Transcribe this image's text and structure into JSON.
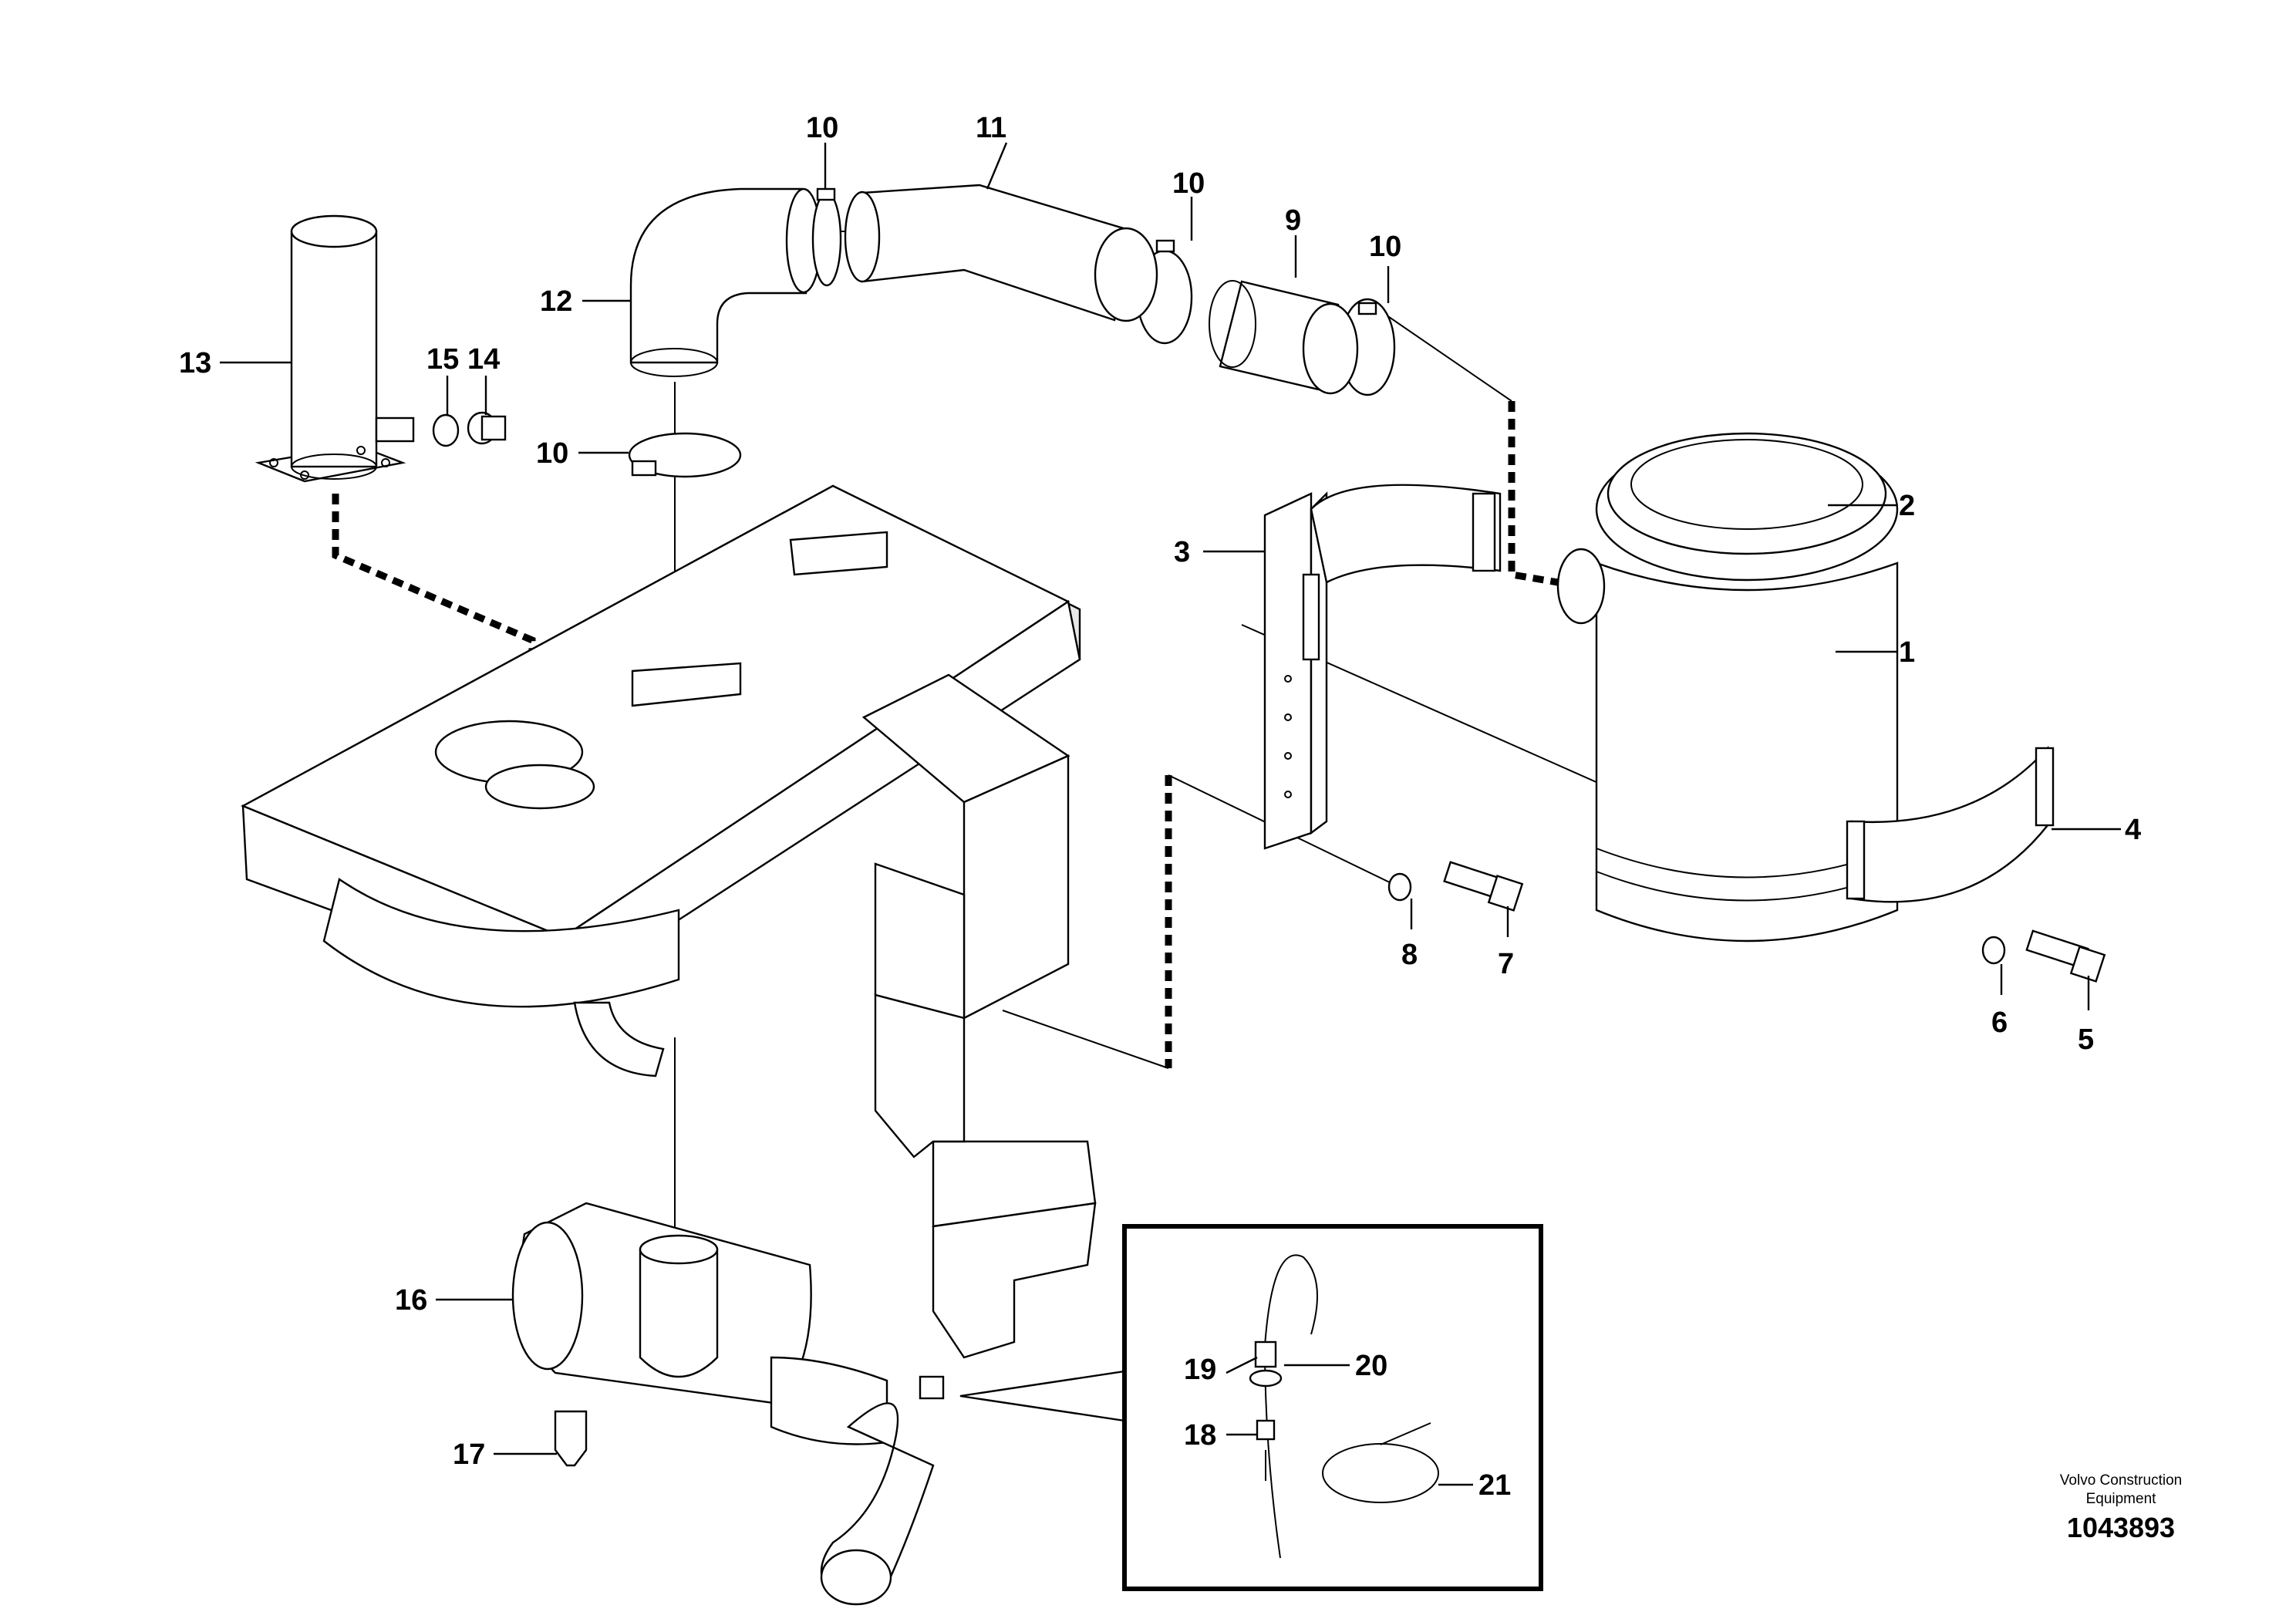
{
  "diagram": {
    "callouts": {
      "c1": "1",
      "c2": "2",
      "c3": "3",
      "c4": "4",
      "c5": "5",
      "c6": "6",
      "c7": "7",
      "c8": "8",
      "c9": "9",
      "c10a": "10",
      "c10b": "10",
      "c10c": "10",
      "c10d": "10",
      "c11": "11",
      "c12": "12",
      "c13": "13",
      "c14": "14",
      "c15": "15",
      "c16": "16",
      "c17": "17",
      "c18": "18",
      "c19": "19",
      "c20": "20",
      "c21": "21"
    }
  },
  "footer": {
    "brand_line1": "Volvo Construction",
    "brand_line2": "Equipment",
    "drawing_number": "1043893"
  }
}
